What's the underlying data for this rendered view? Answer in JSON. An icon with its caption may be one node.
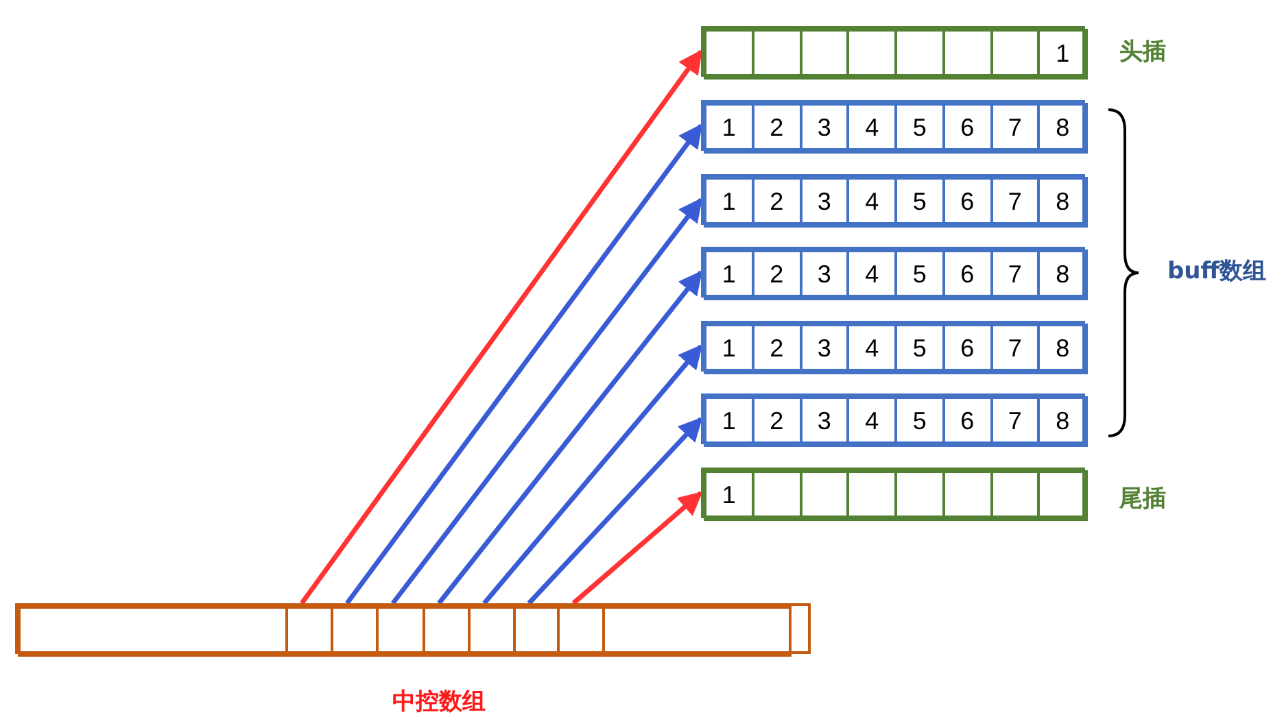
{
  "diagram": {
    "nodes": [
      {
        "text": [],
        "shape": "box",
        "beside": [
          "头插"
        ]
      },
      {
        "text": [],
        "shape": "box",
        "in": 0
      },
      {
        "text": [],
        "shape": "box",
        "in": 0
      },
      {
        "text": [],
        "shape": "box",
        "in": 0
      },
      {
        "text": [],
        "shape": "box",
        "in": 0
      },
      {
        "text": [],
        "shape": "box",
        "in": 0
      },
      {
        "text": [],
        "shape": "box",
        "in": 0
      },
      {
        "text": [],
        "shape": "box",
        "in": 0
      },
      {
        "text": [
          "1"
        ],
        "in": 0
      },
      {
        "text": [],
        "shape": "box"
      },
      {
        "text": [
          "1"
        ],
        "in": 9
      },
      {
        "text": [
          "2"
        ],
        "in": 9
      },
      {
        "text": [
          "3"
        ],
        "in": 9
      },
      {
        "text": [
          "4"
        ],
        "in": 9
      },
      {
        "text": [
          "5"
        ],
        "in": 9
      },
      {
        "text": [
          "6"
        ],
        "in": 9
      },
      {
        "text": [
          "7"
        ],
        "in": 9
      },
      {
        "text": [
          "8"
        ],
        "in": 9
      },
      {
        "text": [],
        "shape": "box"
      },
      {
        "text": [
          "1"
        ],
        "in": 18
      },
      {
        "text": [
          "2"
        ],
        "in": 18
      },
      {
        "text": [
          "3"
        ],
        "in": 18
      },
      {
        "text": [
          "4"
        ],
        "in": 18
      },
      {
        "text": [
          "5"
        ],
        "in": 18
      },
      {
        "text": [
          "6"
        ],
        "in": 18
      },
      {
        "text": [
          "7"
        ],
        "in": 18
      },
      {
        "text": [
          "8"
        ],
        "in": 18
      },
      {
        "text": [],
        "shape": "box"
      },
      {
        "text": [
          "1"
        ],
        "in": 27
      },
      {
        "text": [
          "2"
        ],
        "in": 27
      },
      {
        "text": [
          "3"
        ],
        "in": 27
      },
      {
        "text": [
          "4"
        ],
        "in": 27
      },
      {
        "text": [
          "5"
        ],
        "in": 27
      },
      {
        "text": [
          "6"
        ],
        "in": 27
      },
      {
        "text": [
          "7"
        ],
        "in": 27
      },
      {
        "text": [
          "8"
        ],
        "in": 27
      },
      {
        "text": [],
        "shape": "box"
      },
      {
        "text": [
          "1"
        ],
        "in": 36
      },
      {
        "text": [
          "2"
        ],
        "in": 36
      },
      {
        "text": [
          "3"
        ],
        "in": 36
      },
      {
        "text": [
          "4"
        ],
        "in": 36
      },
      {
        "text": [
          "5"
        ],
        "in": 36
      },
      {
        "text": [
          "6"
        ],
        "in": 36
      },
      {
        "text": [
          "7"
        ],
        "in": 36
      },
      {
        "text": [
          "8"
        ],
        "in": 36
      },
      {
        "text": [],
        "shape": "box"
      },
      {
        "text": [
          "1"
        ],
        "in": 45
      },
      {
        "text": [
          "2"
        ],
        "in": 45
      },
      {
        "text": [
          "3"
        ],
        "in": 45
      },
      {
        "text": [
          "4"
        ],
        "in": 45
      },
      {
        "text": [
          "5"
        ],
        "in": 45
      },
      {
        "text": [
          "6"
        ],
        "in": 45
      },
      {
        "text": [
          "7"
        ],
        "in": 45
      },
      {
        "text": [
          "8"
        ],
        "in": 45
      },
      {
        "text": [],
        "shape": "box",
        "beside": [
          "尾插"
        ]
      },
      {
        "text": [
          "1"
        ],
        "in": 54
      },
      {
        "text": [],
        "shape": "box",
        "in": 54
      },
      {
        "text": [],
        "shape": "box",
        "in": 54
      },
      {
        "text": [],
        "shape": "box",
        "in": 54
      },
      {
        "text": [],
        "shape": "box",
        "in": 54
      },
      {
        "text": [],
        "shape": "box",
        "in": 54
      },
      {
        "text": [],
        "shape": "box",
        "in": 54
      },
      {
        "text": [],
        "shape": "box",
        "in": 54
      },
      {
        "text": [],
        "shape": "box",
        "beside": [
          "中控数组"
        ]
      },
      {
        "text": [],
        "shape": "box",
        "in": 63
      },
      {
        "text": [],
        "shape": "box",
        "in": 63
      },
      {
        "text": [],
        "shape": "box",
        "in": 63
      },
      {
        "text": [],
        "shape": "box",
        "in": 63
      },
      {
        "text": [],
        "shape": "box",
        "in": 63
      },
      {
        "text": [],
        "shape": "box",
        "in": 63
      },
      {
        "text": [],
        "shape": "box",
        "in": 63
      },
      {
        "text": [],
        "shape": "box",
        "in": 63
      },
      {
        "text": [],
        "shape": "box",
        "in": 63
      }
    ],
    "edges": [
      {
        "from": 65,
        "to": 0,
        "arrow": "to",
        "color": "#ff3333"
      },
      {
        "from": 66,
        "to": 9,
        "arrow": "to"
      },
      {
        "from": 67,
        "to": 18,
        "arrow": "to"
      },
      {
        "from": 68,
        "to": 27,
        "arrow": "to"
      },
      {
        "from": 69,
        "to": 36,
        "arrow": "to"
      },
      {
        "from": 70,
        "to": 45,
        "arrow": "to"
      },
      {
        "from": 71,
        "to": 54,
        "arrow": "to",
        "color": "#ff3333"
      }
    ],
    "labels": [
      "buff数组"
    ]
  }
}
